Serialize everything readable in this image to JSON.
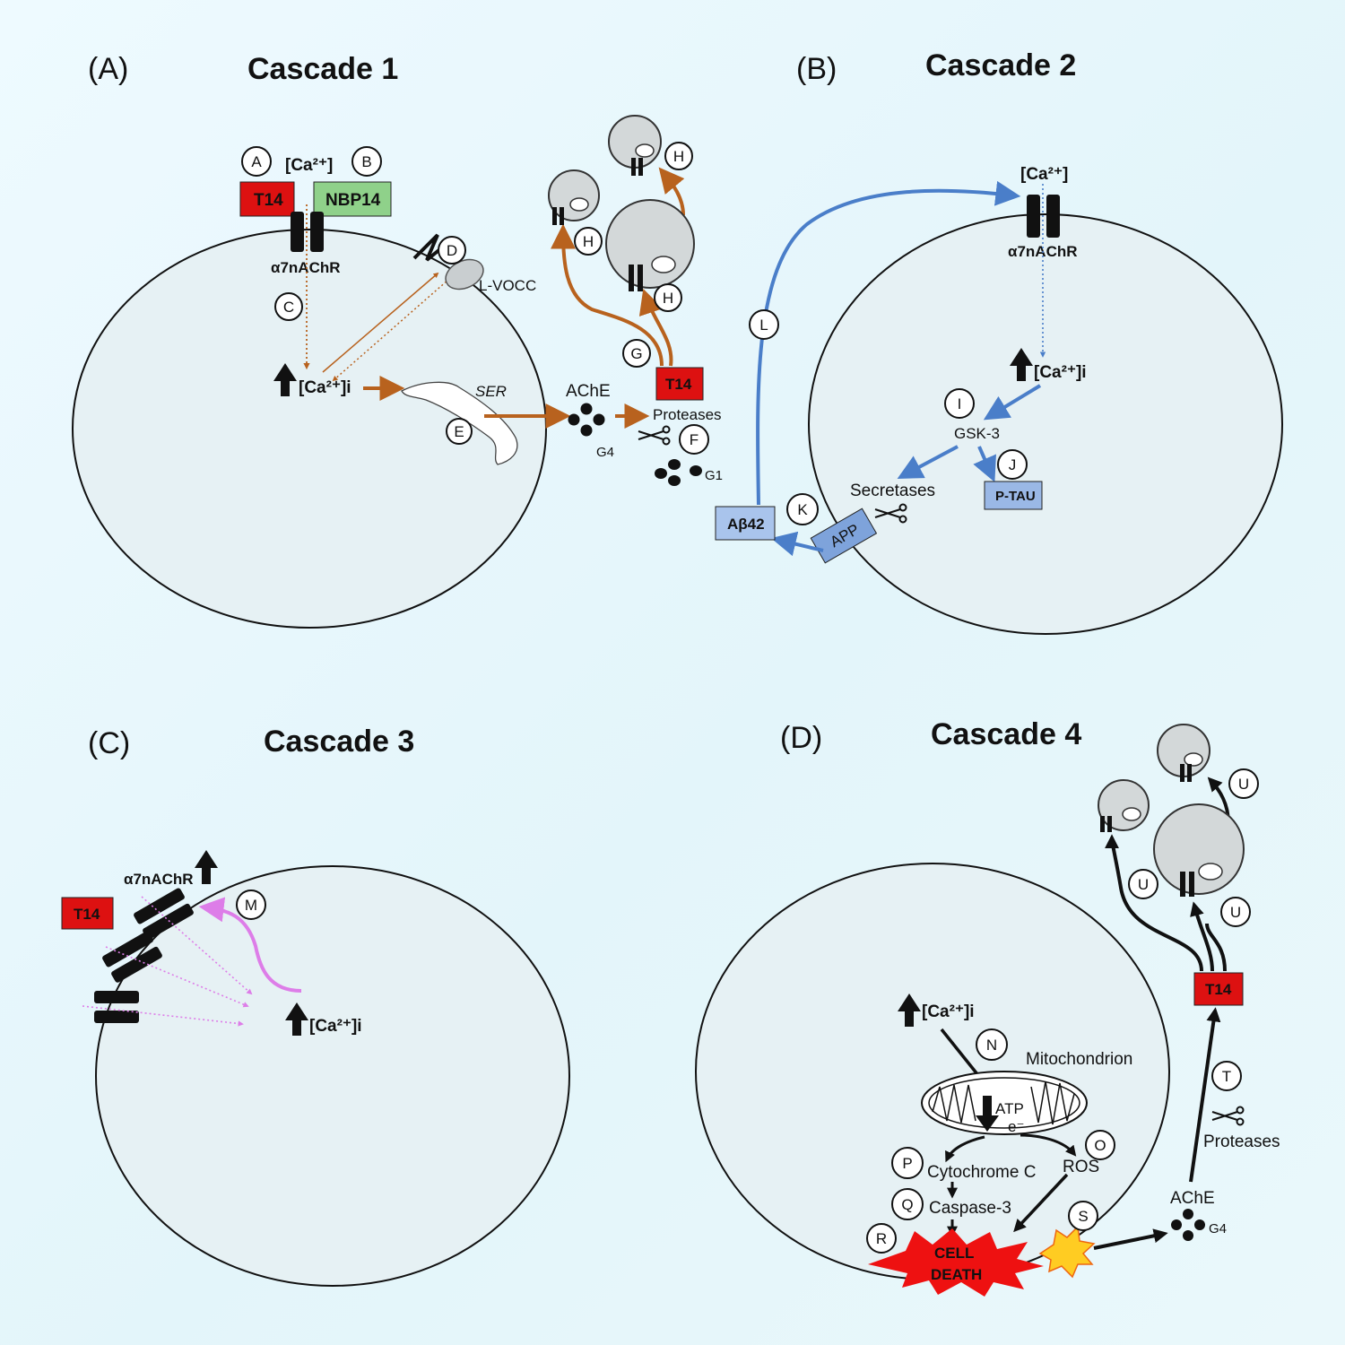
{
  "panels": {
    "A": {
      "tag": "(A)",
      "title": "Cascade 1"
    },
    "B": {
      "tag": "(B)",
      "title": "Cascade 2"
    },
    "C": {
      "tag": "(C)",
      "title": "Cascade 3"
    },
    "D": {
      "tag": "(D)",
      "title": "Cascade 4"
    }
  },
  "labels": {
    "t14": "T14",
    "nbp14": "NBP14",
    "a7": "α7nAChR",
    "ca_ext": "[Ca²⁺]",
    "ca_int": "[Ca²⁺]i",
    "lvocc": "L-VOCC",
    "ser": "SER",
    "ache": "AChE",
    "g4": "G4",
    "g1": "G1",
    "proteases": "Proteases",
    "gsk3": "GSK-3",
    "secretases": "Secretases",
    "ptau": "P-TAU",
    "app": "APP",
    "ab42": "Aβ42",
    "mito": "Mitochondrion",
    "atp": "ATP",
    "eminus": "e⁻",
    "cytc": "Cytochrome C",
    "casp3": "Caspase-3",
    "ros": "ROS",
    "celldeath1": "CELL",
    "celldeath2": "DEATH"
  },
  "steps": [
    "A",
    "B",
    "C",
    "D",
    "E",
    "F",
    "G",
    "H",
    "I",
    "J",
    "K",
    "L",
    "M",
    "N",
    "O",
    "P",
    "Q",
    "R",
    "S",
    "T",
    "U"
  ],
  "colors": {
    "t14": "#dd1111",
    "nbp14": "#8fd18a",
    "cascade1_arrow": "#b8621e",
    "cascade2_arrow": "#4a7ec9",
    "cascade2_box": "#9ab8e6",
    "cascade3_arrow": "#dd7de8",
    "cell_death": "#ee1111",
    "burst": "#ffcc22"
  }
}
